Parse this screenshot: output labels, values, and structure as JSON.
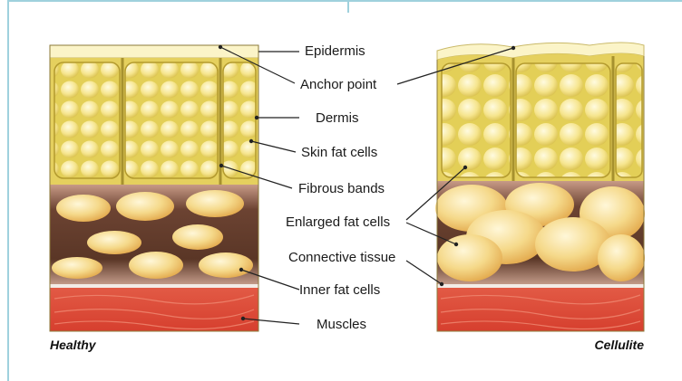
{
  "panels": {
    "healthy_caption": "Healthy",
    "cellulite_caption": "Cellulite"
  },
  "labels": {
    "epidermis": "Epidermis",
    "anchor_point": "Anchor point",
    "dermis": "Dermis",
    "skin_fat_cells": "Skin fat cells",
    "fibrous_bands": "Fibrous bands",
    "enlarged_fat_cells": "Enlarged fat cells",
    "connective_tissue": "Connective tissue",
    "inner_fat_cells": "Inner fat cells",
    "muscles": "Muscles"
  },
  "colors": {
    "epidermis": "#fbf4c8",
    "dermis": "#ead86a",
    "fat_cell": "#f7e79a",
    "connective_tissue": "#6e4a3b",
    "muscle": "#e8523f",
    "frame": "#9fd1dd"
  }
}
